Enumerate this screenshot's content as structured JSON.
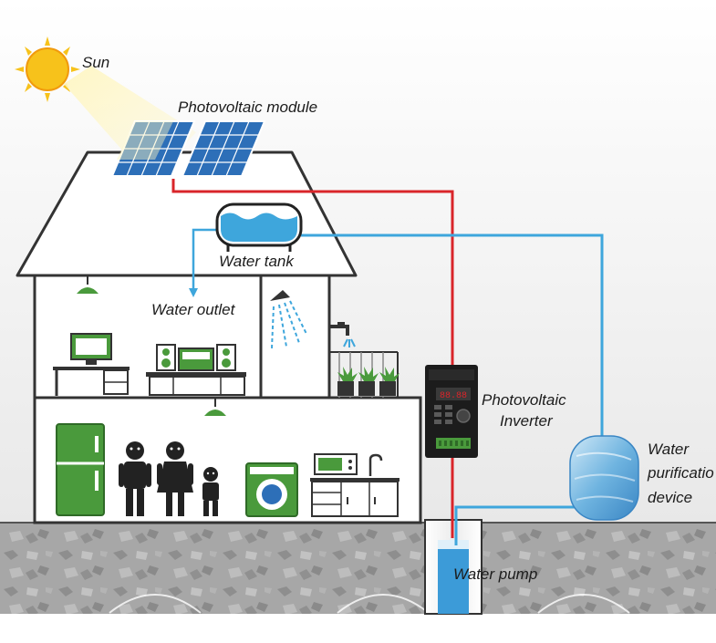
{
  "labels": {
    "sun": "Sun",
    "pv_module": "Photovoltaic module",
    "water_tank": "Water tank",
    "water_outlet": "Water outlet",
    "pv_inverter_line1": "Photovoltaic",
    "pv_inverter_line2": "Inverter",
    "purifier_line1": "Water",
    "purifier_line2": "purificatio",
    "purifier_line3": "device",
    "water_pump": "Water pump"
  },
  "colors": {
    "sun": "#f7c21b",
    "power_line": "#d9252a",
    "water_line": "#3ea6dc",
    "appliance_green": "#4a9a3c",
    "ground": "#a3a3a3",
    "house_outline": "#333333"
  }
}
